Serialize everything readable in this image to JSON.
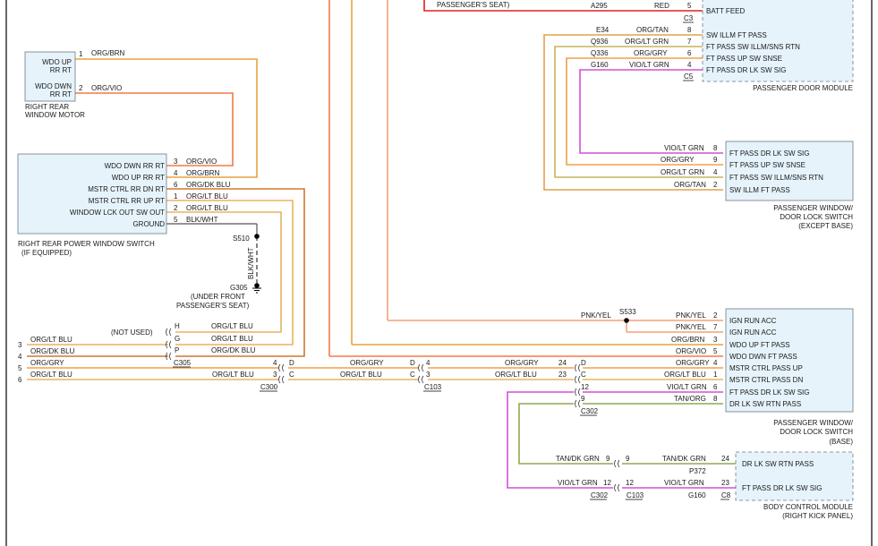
{
  "colors": {
    "org_brn": "#e7a33e",
    "org_vio": "#f27a47",
    "org_dk_blu": "#d4762e",
    "org_lt_blu": "#e8b45f",
    "org_lt_grn": "#c9b35a",
    "org_gry": "#f0a04a",
    "org_tan": "#e0a24f",
    "vio_lt_grn": "#d64fd6",
    "blk_wht": "#555555",
    "pnk_yel": "#f2a27a",
    "red": "#e02020",
    "tan_org": "#8faa4e",
    "tan_dk_grn": "#8faa4e",
    "component_fill": "#e6f3fa"
  },
  "components": {
    "right_rear_window_motor": {
      "name_lines": [
        "RIGHT REAR",
        "WINDOW MOTOR"
      ],
      "pins": [
        {
          "num": "1",
          "label": "WDO UP\nRR RT",
          "label_lines": [
            "WDO UP",
            "RR RT"
          ],
          "wire": "ORG/BRN"
        },
        {
          "num": "2",
          "label_lines": [
            "WDO DWN",
            "RR RT"
          ],
          "wire": "ORG/VIO"
        }
      ]
    },
    "right_rear_power_window_switch": {
      "name_lines": [
        "RIGHT REAR POWER WINDOW SWITCH",
        "(IF EQUIPPED)"
      ],
      "pins": [
        {
          "num": "3",
          "label": "WDO DWN RR RT",
          "wire": "ORG/VIO"
        },
        {
          "num": "4",
          "label": "WDO UP RR RT",
          "wire": "ORG/BRN"
        },
        {
          "num": "6",
          "label": "MSTR CTRL RR DN RT",
          "wire": "ORG/DK BLU"
        },
        {
          "num": "1",
          "label": "MSTR CTRL RR UP RT",
          "wire": "ORG/LT BLU"
        },
        {
          "num": "2",
          "label": "WINDOW LCK OUT SW OUT",
          "wire": "ORG/LT BLU"
        },
        {
          "num": "5",
          "label": "GROUND",
          "wire": "BLK/WHT"
        }
      ]
    },
    "ground": {
      "splice": "S510",
      "wire": "BLK/WHT",
      "id": "G305",
      "location_lines": [
        "(UNDER FRONT",
        "PASSENGER'S SEAT)"
      ]
    },
    "passenger_door_module": {
      "name": "PASSENGER DOOR MODULE",
      "top_note": "PASSENGER'S SEAT)",
      "batt": {
        "circuit": "A295",
        "wire": "RED",
        "pin": "5",
        "label": "BATT FEED",
        "connector": "C3"
      },
      "connector": "C5",
      "pins": [
        {
          "circuit": "E34",
          "wire": "ORG/TAN",
          "num": "8",
          "label": "SW ILLM FT PASS"
        },
        {
          "circuit": "Q936",
          "wire": "ORG/LT GRN",
          "num": "7",
          "label": "FT PASS SW ILLM/SNS RTN"
        },
        {
          "circuit": "Q336",
          "wire": "ORG/GRY",
          "num": "6",
          "label": "FT PASS UP SW SNSE"
        },
        {
          "circuit": "G160",
          "wire": "VIO/LT GRN",
          "num": "4",
          "label": "FT PASS DR LK SW SIG"
        }
      ]
    },
    "passenger_window_door_lock_switch_except_base": {
      "name_lines": [
        "PASSENGER WINDOW/",
        "DOOR LOCK SWITCH",
        "(EXCEPT BASE)"
      ],
      "pins": [
        {
          "wire": "VIO/LT GRN",
          "num": "8",
          "label": "FT PASS DR LK SW SIG"
        },
        {
          "wire": "ORG/GRY",
          "num": "9",
          "label": "FT PASS UP SW SNSE"
        },
        {
          "wire": "ORG/LT GRN",
          "num": "4",
          "label": "FT PASS SW ILLM/SNS RTN"
        },
        {
          "wire": "ORG/TAN",
          "num": "2",
          "label": "SW ILLM FT PASS"
        }
      ]
    },
    "passenger_window_door_lock_switch_base": {
      "name_lines": [
        "PASSENGER WINDOW/",
        "DOOR LOCK SWITCH",
        "(BASE)"
      ],
      "connector": "C302",
      "pins": [
        {
          "wire": "PNK/YEL",
          "num": "2",
          "label": "IGN RUN ACC"
        },
        {
          "wire": "PNK/YEL",
          "num": "7",
          "label": "IGN RUN ACC"
        },
        {
          "wire": "ORG/BRN",
          "num": "3",
          "label": "WDO UP FT PASS"
        },
        {
          "wire": "ORG/VIO",
          "num": "5",
          "label": "WDO DWN FT PASS"
        },
        {
          "wire": "ORG/GRY",
          "num": "4",
          "label": "MSTR CTRL PASS UP",
          "c103_pin": "24",
          "c302_pin": "D"
        },
        {
          "wire": "ORG/LT BLU",
          "num": "1",
          "label": "MSTR CTRL PASS DN",
          "c103_pin": "23",
          "c302_pin": "C"
        },
        {
          "wire": "VIO/LT GRN",
          "num": "6",
          "label": "FT PASS DR LK SW SIG",
          "c302_pin": "12"
        },
        {
          "wire": "TAN/ORG",
          "num": "8",
          "label": "DR LK SW RTN PASS",
          "c302_pin": "9"
        }
      ],
      "splice": "S533",
      "splice_wire": "PNK/YEL"
    },
    "body_control_module": {
      "name_lines": [
        "BODY CONTROL MODULE",
        "(RIGHT KICK PANEL)"
      ],
      "connector": "C8",
      "pins": [
        {
          "wire": "TAN/DK GRN",
          "num": "24",
          "label": "DR LK SW RTN PASS",
          "circuit": "P372",
          "c302_pin": "9",
          "c103_pin": "9"
        },
        {
          "wire": "VIO/LT GRN",
          "num": "23",
          "label": "FT PASS DR LK SW SIG",
          "circuit": "G160",
          "c302_pin": "12",
          "c103_pin": "12"
        }
      ],
      "connector_labels": [
        "C302",
        "C103"
      ]
    }
  },
  "connectors": {
    "c305": {
      "name": "C305",
      "note": "(NOT USED)",
      "pins": [
        {
          "pin": "H",
          "wire": "ORG/LT BLU"
        },
        {
          "pin": "G",
          "wire": "ORG/LT BLU"
        },
        {
          "pin": "P",
          "wire": "ORG/DK BLU"
        }
      ]
    },
    "c300": {
      "name": "C300",
      "pins": [
        {
          "num": "4",
          "pin": "D"
        },
        {
          "num": "3",
          "pin": "C"
        }
      ]
    },
    "c103": {
      "name": "C103",
      "pins": [
        {
          "pin": "D",
          "num": "4"
        },
        {
          "pin": "C",
          "num": "3"
        }
      ]
    }
  },
  "left_wires": [
    {
      "num": "3",
      "wire": "ORG/LT BLU"
    },
    {
      "num": "4",
      "wire": "ORG/DK BLU"
    },
    {
      "num": "5",
      "wire": "ORG/GRY"
    },
    {
      "num": "6",
      "wire": "ORG/LT BLU"
    }
  ],
  "harness_labels": {
    "c305_h_wire": "ORG/LT BLU",
    "c305_g_wire": "ORG/LT BLU",
    "c305_p_wire": "ORG/DK BLU",
    "c300_d_wire_right": "ORG/GRY",
    "c300_c_wire_right": "ORG/LT BLU",
    "c300_c_wire_left": "ORG/LT BLU",
    "c103_d_wire_right": "ORG/GRY",
    "c103_c_wire_right": "ORG/LT BLU"
  }
}
